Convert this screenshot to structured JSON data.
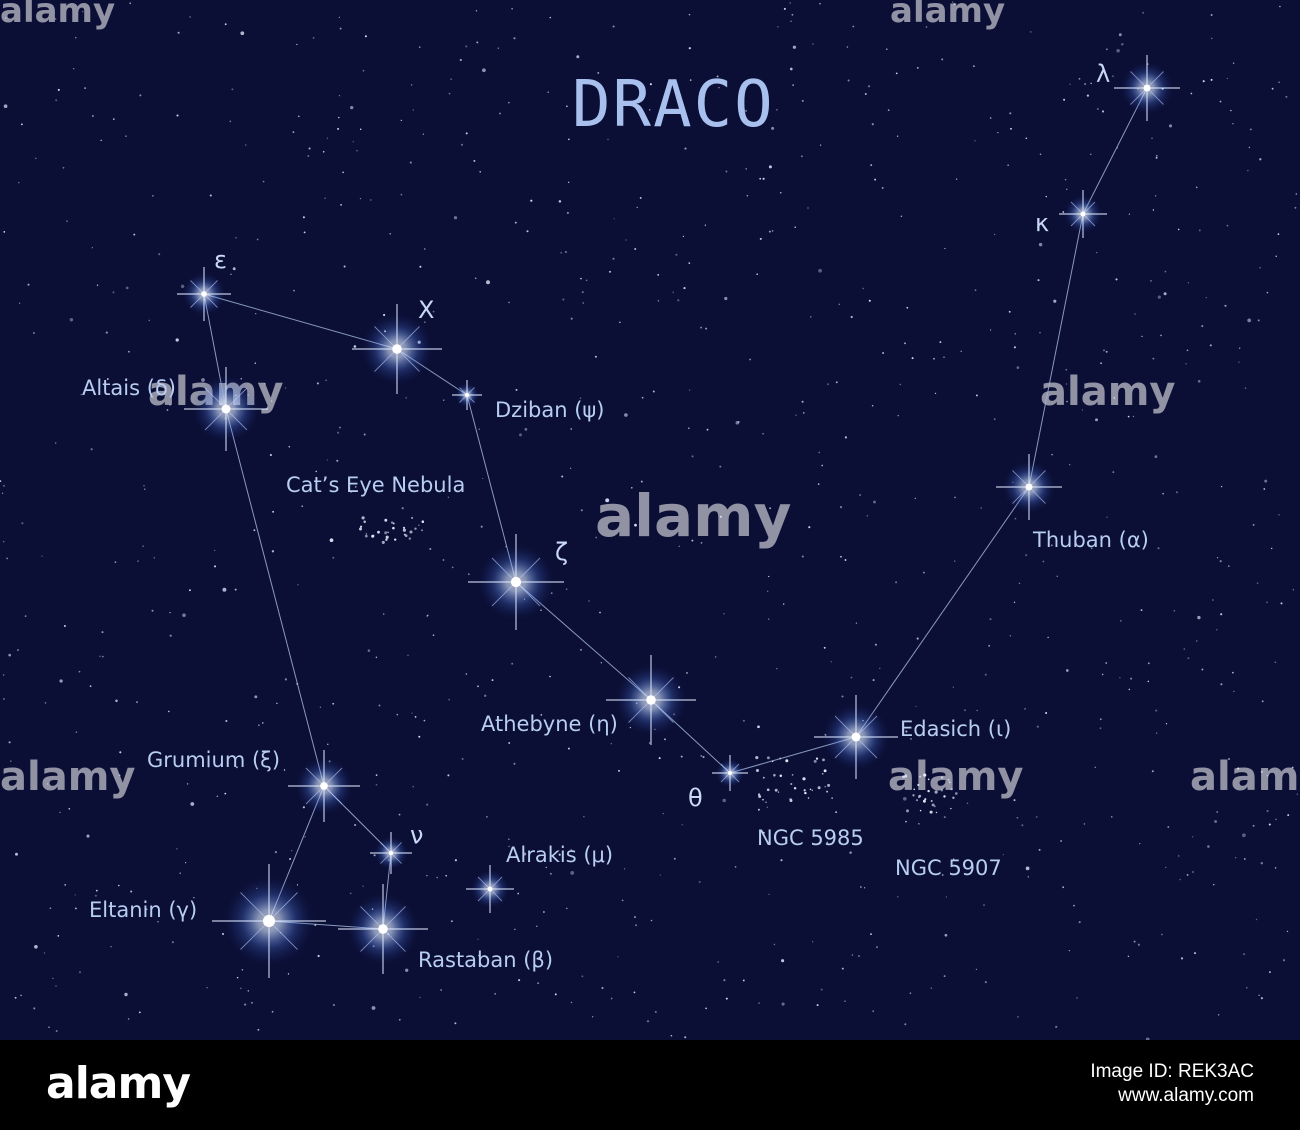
{
  "title": "DRACO",
  "stars": [
    {
      "id": "lambda",
      "greek": "λ",
      "name": ""
    },
    {
      "id": "kappa",
      "greek": "κ",
      "name": ""
    },
    {
      "id": "thuban",
      "greek": "",
      "name": "Thuban (α)"
    },
    {
      "id": "edasich",
      "greek": "",
      "name": "Edasich (ι)"
    },
    {
      "id": "theta",
      "greek": "θ",
      "name": ""
    },
    {
      "id": "athebyne",
      "greek": "",
      "name": "Athebyne (η)"
    },
    {
      "id": "zeta",
      "greek": "ζ",
      "name": ""
    },
    {
      "id": "dziban",
      "greek": "",
      "name": "Dziban (ψ)"
    },
    {
      "id": "chi",
      "greek": "X",
      "name": ""
    },
    {
      "id": "epsilon",
      "greek": "ε",
      "name": ""
    },
    {
      "id": "altais",
      "greek": "",
      "name": "Altais (δ)"
    },
    {
      "id": "grumium",
      "greek": "",
      "name": "Grumium (ξ)"
    },
    {
      "id": "nu",
      "greek": "ν",
      "name": ""
    },
    {
      "id": "eltanin",
      "greek": "",
      "name": "Eltanin (γ)"
    },
    {
      "id": "rastaban",
      "greek": "",
      "name": "Rastaban (β)"
    },
    {
      "id": "alrakis",
      "greek": "",
      "name": "Alrakis (μ)"
    }
  ],
  "deep_sky": [
    {
      "id": "cats-eye",
      "name": "Cat’s Eye Nebula"
    },
    {
      "id": "ngc5985",
      "name": "NGC 5985"
    },
    {
      "id": "ngc5907",
      "name": "NGC 5907"
    }
  ],
  "watermark": "alamy",
  "footer": {
    "brand": "alamy",
    "image_id": "Image ID: REK3AC",
    "site": "www.alamy.com"
  },
  "colors": {
    "sky": "#0b0f35",
    "label": "#b8cdf2",
    "line": "#9fb2d6",
    "star_core": "#ffffff",
    "star_glow": "#7aa6ff"
  }
}
